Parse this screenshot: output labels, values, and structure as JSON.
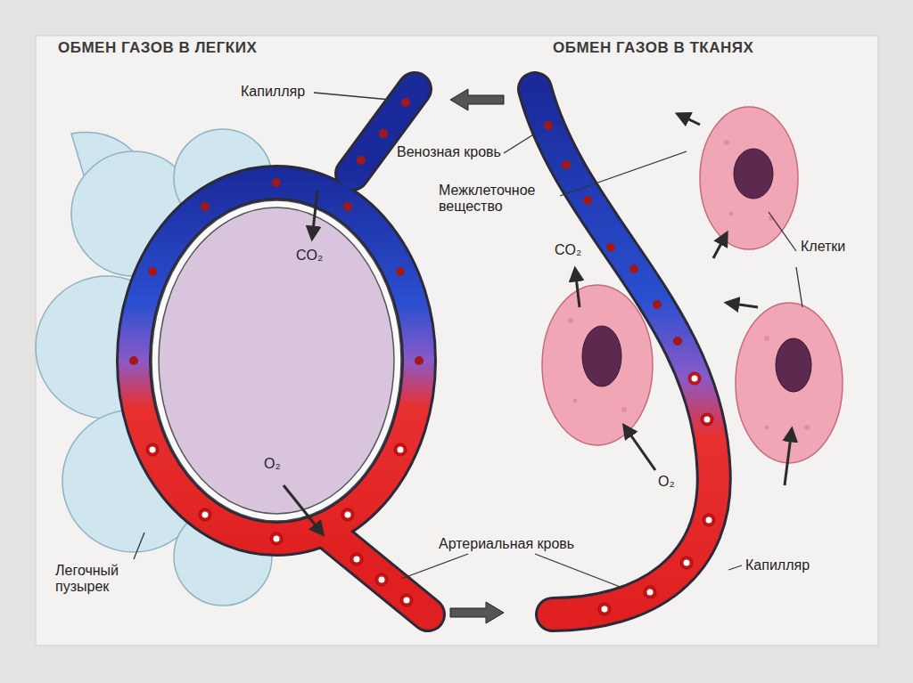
{
  "diagram": {
    "labels": [
      "ОБМЕН ГАЗОВ В ЛЕГКИХ",
      "ОБМЕН ГАЗОВ В ТКАНЯХ",
      "Капилляр",
      "Венозная кровь",
      "Межклеточное вещество",
      "CO₂",
      "CO₂",
      "Клетки",
      "O₂",
      "O₂",
      "Легочный пузырек",
      "Артериальная кровь",
      "Капилляр"
    ]
  }
}
